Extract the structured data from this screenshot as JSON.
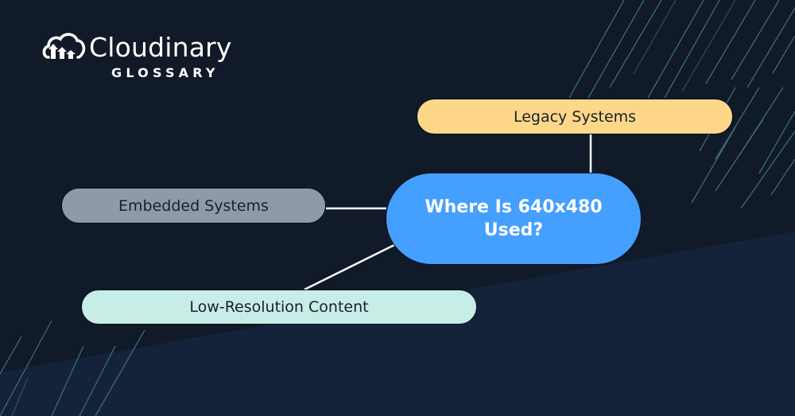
{
  "brand": {
    "name": "Cloudinary",
    "subtitle": "GLOSSARY",
    "icon": "cloud-logo-icon"
  },
  "diagram": {
    "type": "mind-map",
    "center": {
      "label": "Where Is 640x480 Used?",
      "color": "#459ffe"
    },
    "branches": [
      {
        "id": "legacy",
        "label": "Legacy Systems",
        "color": "#fed888",
        "connects_to": "center"
      },
      {
        "id": "embedded",
        "label": "Embedded Systems",
        "color": "#8e9aaa",
        "connects_to": "center"
      },
      {
        "id": "lowres",
        "label": "Low-Resolution Content",
        "color": "#c6ede6",
        "connects_to": "center"
      }
    ]
  },
  "theme": {
    "background": "#111a28",
    "background_accent": "#14233a",
    "stripe_color": "#3a6a7a",
    "connector_color": "#ffffff"
  }
}
